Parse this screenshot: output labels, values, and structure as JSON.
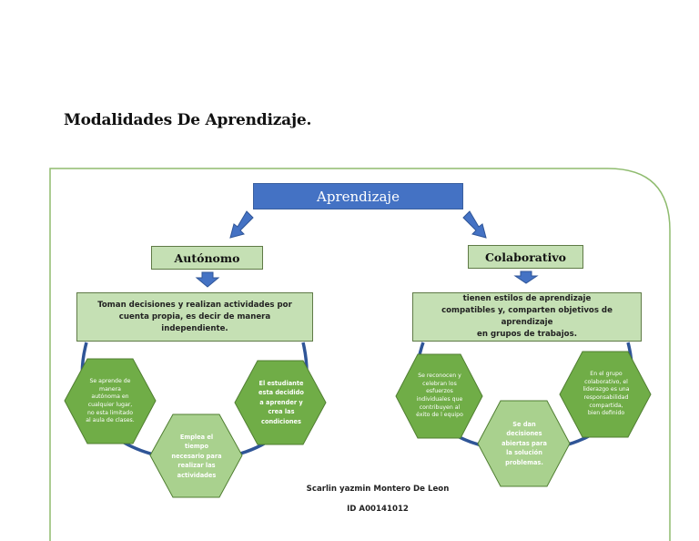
{
  "title": "Modalidades De Aprendizaje.",
  "diagram": {
    "root": "Aprendizaje",
    "branches": [
      {
        "label": "Autónomo",
        "description": "Toman decisiones y realizan actividades por\ncuenta propia, es decir de manera\nindependiente.",
        "items": [
          "Se aprende de\nmanera\nautónoma en\ncualquier lugar,\nno esta limitado\nal aula de clases.",
          "Emplea el\ntiempo\nnecesario para\nrealizar las\nactividades",
          "El estudiante\nesta decidido\na aprender y\ncrea las\ncondiciones"
        ]
      },
      {
        "label": "Colaborativo",
        "description": "tienen estilos de aprendizaje\ncompatibles y, comparten objetivos de aprendizaje\nen grupos de trabajos.",
        "items": [
          "Se reconocen y\ncelebran los\nesfuerzos\nindividuales que\ncontribuyen al\néxito de l equipo",
          "Se dan\ndecisiones\nabiertas para\nla solución\nproblemas.",
          "En el grupo\ncolaborativo, el\nliderazgo es una\nresponsabilidad\ncompartida,\nbien definido"
        ]
      }
    ]
  },
  "author": {
    "name": "Scarlin yazmin Montero De Leon",
    "id": "ID A00141012"
  },
  "colors": {
    "blue": "#4472c4",
    "light_green": "#c5e0b4",
    "dark_green": "#70ad47",
    "pale_green": "#a9d18e",
    "arc_blue": "#2f5597",
    "frame_green": "#8fbc6f"
  }
}
